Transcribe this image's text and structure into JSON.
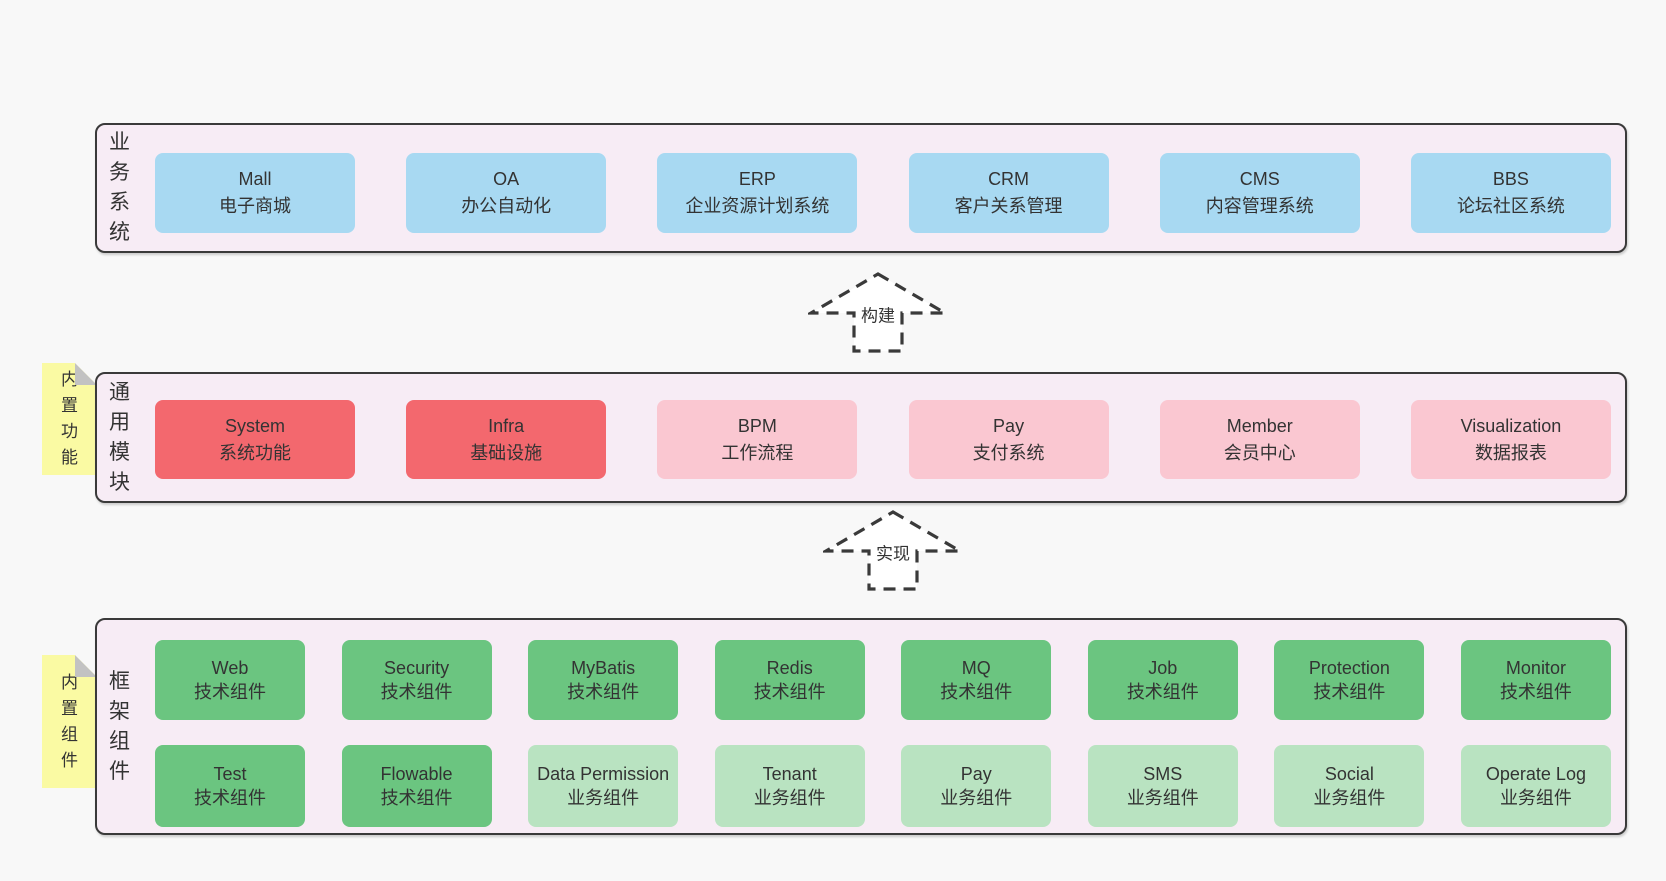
{
  "layers": [
    {
      "side_label": "业务系统",
      "boxes": [
        {
          "title": "Mall",
          "subtitle": "电子商城",
          "variant": "blue"
        },
        {
          "title": "OA",
          "subtitle": "办公自动化",
          "variant": "blue"
        },
        {
          "title": "ERP",
          "subtitle": "企业资源计划系统",
          "variant": "blue"
        },
        {
          "title": "CRM",
          "subtitle": "客户关系管理",
          "variant": "blue"
        },
        {
          "title": "CMS",
          "subtitle": "内容管理系统",
          "variant": "blue"
        },
        {
          "title": "BBS",
          "subtitle": "论坛社区系统",
          "variant": "blue"
        }
      ]
    },
    {
      "side_label": "通用模块",
      "note": "内置功能",
      "boxes": [
        {
          "title": "System",
          "subtitle": "系统功能",
          "variant": "red"
        },
        {
          "title": "Infra",
          "subtitle": "基础设施",
          "variant": "red"
        },
        {
          "title": "BPM",
          "subtitle": "工作流程",
          "variant": "pink"
        },
        {
          "title": "Pay",
          "subtitle": "支付系统",
          "variant": "pink"
        },
        {
          "title": "Member",
          "subtitle": "会员中心",
          "variant": "pink"
        },
        {
          "title": "Visualization",
          "subtitle": "数据报表",
          "variant": "pink"
        }
      ]
    },
    {
      "side_label": "框架组件",
      "note": "内置组件",
      "rows": [
        {
          "boxes": [
            {
              "title": "Web",
              "subtitle": "技术组件",
              "variant": "green"
            },
            {
              "title": "Security",
              "subtitle": "技术组件",
              "variant": "green"
            },
            {
              "title": "MyBatis",
              "subtitle": "技术组件",
              "variant": "green"
            },
            {
              "title": "Redis",
              "subtitle": "技术组件",
              "variant": "green"
            },
            {
              "title": "MQ",
              "subtitle": "技术组件",
              "variant": "green"
            },
            {
              "title": "Job",
              "subtitle": "技术组件",
              "variant": "green"
            },
            {
              "title": "Protection",
              "subtitle": "技术组件",
              "variant": "green"
            },
            {
              "title": "Monitor",
              "subtitle": "技术组件",
              "variant": "green"
            }
          ]
        },
        {
          "boxes": [
            {
              "title": "Test",
              "subtitle": "技术组件",
              "variant": "green"
            },
            {
              "title": "Flowable",
              "subtitle": "技术组件",
              "variant": "green"
            },
            {
              "title": "Data Permission",
              "subtitle": "业务组件",
              "variant": "lightgreen"
            },
            {
              "title": "Tenant",
              "subtitle": "业务组件",
              "variant": "lightgreen"
            },
            {
              "title": "Pay",
              "subtitle": "业务组件",
              "variant": "lightgreen"
            },
            {
              "title": "SMS",
              "subtitle": "业务组件",
              "variant": "lightgreen"
            },
            {
              "title": "Social",
              "subtitle": "业务组件",
              "variant": "lightgreen"
            },
            {
              "title": "Operate Log",
              "subtitle": "业务组件",
              "variant": "lightgreen"
            }
          ]
        }
      ]
    }
  ],
  "arrows": [
    {
      "label": "构建"
    },
    {
      "label": "实现"
    }
  ],
  "colors": {
    "background": "#f8f8f8",
    "panel_fill": "#f7ecf5",
    "panel_border": "#3a3a3a",
    "text": "#333333",
    "box_blue": "#a8d9f2",
    "box_red": "#f3686e",
    "box_pink": "#fac7d1",
    "box_green": "#6bc580",
    "box_light_green": "#b9e3c1",
    "note_yellow": "#fafaa3",
    "note_fold": "#c2c2c2",
    "arrow_fill": "#ffffff"
  }
}
